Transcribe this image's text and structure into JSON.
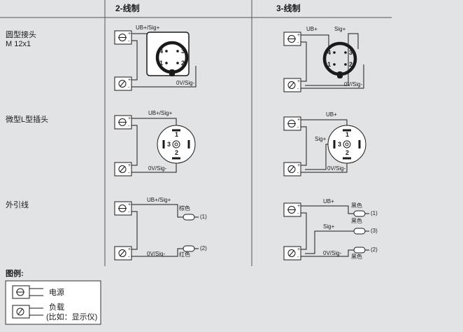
{
  "header": {
    "col_2wire": "2-线制",
    "col_3wire": "3-线制"
  },
  "rows": {
    "round_connector": [
      "圆型接头",
      "M 12x1"
    ],
    "micro_l_connector": "微型L型插头",
    "cable": "外引线"
  },
  "labels": {
    "ub_sig": "UB+/Sig+",
    "ub": "UB+",
    "sig": "Sig+",
    "ov_sig": "0V/Sig-",
    "plus": "+",
    "minus": "-"
  },
  "pins": {
    "p1": "1",
    "p2": "2",
    "p3": "3",
    "p4": "4"
  },
  "wire_colors": {
    "brown": "棕色",
    "red": "红色",
    "black": "黑色"
  },
  "wire_numbers": {
    "w1": "(1)",
    "w2": "(2)",
    "w3": "(3)"
  },
  "legend": {
    "title": "图例:",
    "power": "电源",
    "load": "负载",
    "load_note": "(比如：显示仪)"
  },
  "colors": {
    "background": "#e2e3e5",
    "box_fill": "#ffffff",
    "line": "#1a1a1a",
    "grid_line": "#555555"
  }
}
